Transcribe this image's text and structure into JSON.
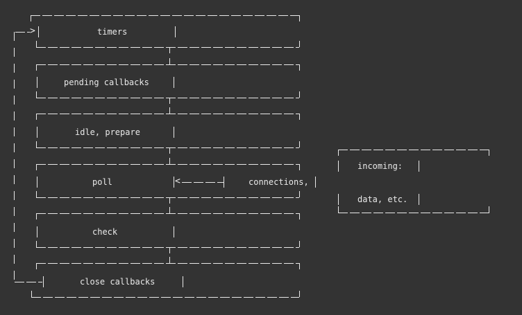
{
  "app": {
    "background_color": "#333333",
    "foreground_color": "#e9e9e9"
  },
  "diagram": {
    "phases": [
      {
        "label": "timers"
      },
      {
        "label": "pending callbacks"
      },
      {
        "label": "idle, prepare"
      },
      {
        "label": "poll"
      },
      {
        "label": "check"
      },
      {
        "label": "close callbacks"
      }
    ],
    "poll_source": {
      "label": "connections,"
    },
    "incoming_box": {
      "line1": "incoming:",
      "line2": "data, etc."
    },
    "icons": {
      "loop_arrow_right": ">",
      "poll_arrow_left": "<"
    }
  }
}
